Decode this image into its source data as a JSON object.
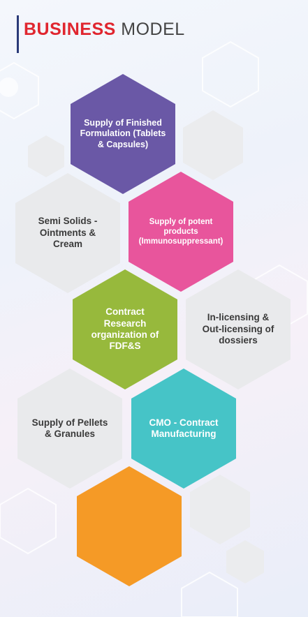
{
  "title": {
    "word1": "BUSINESS",
    "word2": "MODEL"
  },
  "colors": {
    "accent_red": "#e0262f",
    "purple": "#6a58a6",
    "pink": "#e8559c",
    "green": "#97b93c",
    "teal": "#46c4c7",
    "orange": "#f59a26",
    "grey": "#e9eaec"
  },
  "hexagons": [
    {
      "label": "Supply of Finished Formulation (Tablets & Capsules)",
      "color": "purple"
    },
    {
      "label": "Semi Solids - Ointments & Cream",
      "color": "grey"
    },
    {
      "label": "Supply of potent products (Immunosuppressant)",
      "color": "pink"
    },
    {
      "label": "Contract Research organization of FDF&S",
      "color": "green"
    },
    {
      "label": "In-licensing & Out-licensing of dossiers",
      "color": "grey"
    },
    {
      "label": "Supply of Pellets & Granules",
      "color": "grey"
    },
    {
      "label": "CMO - Contract Manufacturing",
      "color": "teal"
    },
    {
      "label": "",
      "color": "orange"
    }
  ]
}
